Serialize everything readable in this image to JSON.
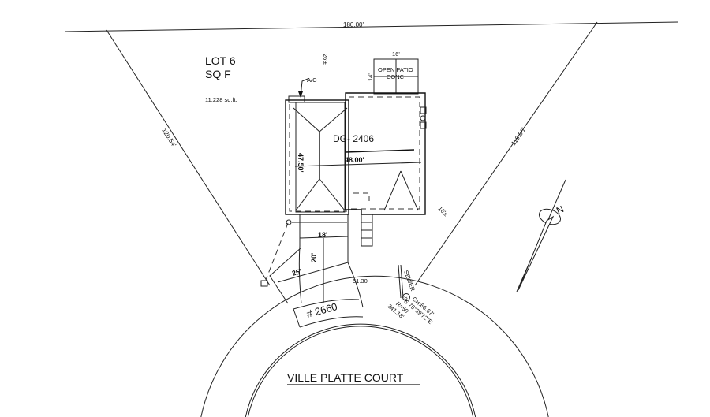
{
  "plan": {
    "lot_label": "LOT 6",
    "lot_type": "SQ F",
    "lot_area": "11,228 sq.ft.",
    "top_boundary": "180.00'",
    "left_boundary": "120.54'",
    "right_boundary": "119.06'",
    "setback_top": "26'±",
    "setback_right": "16'±",
    "patio_width": "16'",
    "patio_depth": "14'",
    "patio_label_1": "OPEN PATIO",
    "patio_label_2": "CONC",
    "ac_label": "A/C",
    "house_model": "DG- 2406",
    "house_depth": "47.50'",
    "house_width": "48.00'",
    "garage_width": "18'",
    "drive_length": "20'",
    "drive_flare": "25'",
    "frontage": "51.30'",
    "address": "# 2660",
    "sewer_label": "SEWER",
    "sewer_symbol": "S",
    "curve_chord": "CH:66.67'",
    "curve_bearing": "S 76°39'72\"E",
    "curve_radius": "R=50'",
    "curve_length": "241.18'",
    "street_name": "VILLE PLATTE  COURT",
    "north_label": "N"
  }
}
